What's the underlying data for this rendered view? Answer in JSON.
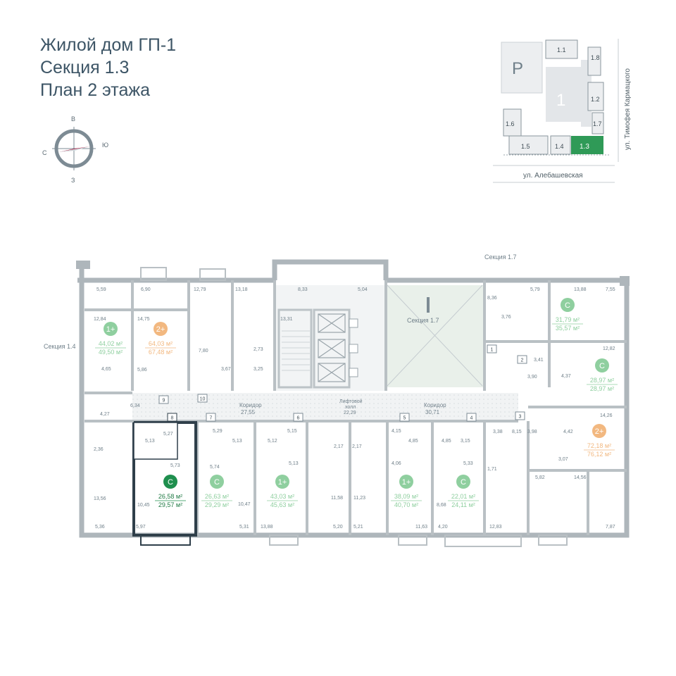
{
  "header": {
    "line1": "Жилой дом ГП-1",
    "line2": "Секция 1.3",
    "line3": "План 2 этажа"
  },
  "compass": {
    "north": "В",
    "east": "Ю",
    "south": "З",
    "west": "С",
    "needle_color": "#b0153e"
  },
  "site_plan": {
    "parking": "Р",
    "building_number": "1",
    "sections": [
      "1.1",
      "1.8",
      "1.2",
      "1.7",
      "1.6",
      "1.5",
      "1.4",
      "1.3"
    ],
    "street_bottom": "ул. Алебашевская",
    "street_right": "ул. Тимофея Кармацкого",
    "highlight_color": "#2f9a57"
  },
  "plan": {
    "section_labels": {
      "left": "Секция 1.4",
      "top": "Секция 1.7",
      "center": "Секция 1.7"
    },
    "corridor_left": {
      "name": "Коридор",
      "area": "27,55"
    },
    "corridor_right": {
      "name": "Коридор",
      "area": "30,71"
    },
    "lift_hall": {
      "name1": "Лифтовой",
      "name2": "холл",
      "area": "22,29"
    },
    "door_numbers": [
      "1",
      "2",
      "3",
      "4",
      "5",
      "6",
      "7",
      "8",
      "9",
      "10"
    ],
    "apartments": [
      {
        "type": "1+",
        "area": "44,02 м²",
        "total": "49,50 м²",
        "color": "#8fcf9f"
      },
      {
        "type": "2+",
        "area": "64,03 м²",
        "total": "67,48 м²",
        "color": "#f2b880"
      },
      {
        "type": "С",
        "area": "31,79 м²",
        "total": "35,57 м²",
        "color": "#8fcf9f"
      },
      {
        "type": "С",
        "area": "28,97 м²",
        "total": "28,97 м²",
        "color": "#8fcf9f"
      },
      {
        "type": "2+",
        "area": "72,18 м²",
        "total": "76,12 м²",
        "color": "#f2b880"
      },
      {
        "type": "С",
        "area": "26,58 м²",
        "total": "29,57 м²",
        "color": "#1f8f4e"
      },
      {
        "type": "С",
        "area": "26,63 м²",
        "total": "29,29 м²",
        "color": "#8fcf9f"
      },
      {
        "type": "1+",
        "area": "43,03 м²",
        "total": "45,63 м²",
        "color": "#8fcf9f"
      },
      {
        "type": "1+",
        "area": "38,09 м²",
        "total": "40,70 м²",
        "color": "#8fcf9f"
      },
      {
        "type": "С",
        "area": "22,01 м²",
        "total": "24,11 м²",
        "color": "#8fcf9f"
      }
    ],
    "room_labels": [
      "5,59",
      "6,90",
      "12,79",
      "13,18",
      "8,33",
      "5,04",
      "5,79",
      "13,88",
      "7,55",
      "12,84",
      "14,75",
      "13,31",
      "8,36",
      "3,76",
      "7,80",
      "2,73",
      "3,67",
      "3,25",
      "4,65",
      "5,86",
      "12,82",
      "3,41",
      "3,90",
      "4,37",
      "6,34",
      "4,27",
      "2,36",
      "14,26",
      "3,98",
      "4,42",
      "3,07",
      "5,27",
      "5,13",
      "5,73",
      "5,29",
      "5,13",
      "5,12",
      "5,15",
      "4,15",
      "4,85",
      "4,85",
      "3,15",
      "3,38",
      "8,15",
      "2,17",
      "2,17",
      "5,74",
      "5,13",
      "4,06",
      "5,33",
      "1,71",
      "10,47",
      "11,58",
      "11,23",
      "8,68",
      "5,82",
      "14,56",
      "13,56",
      "10,45",
      "5,36",
      "5,97",
      "5,31",
      "13,88",
      "5,20",
      "5,21",
      "11,63",
      "4,20",
      "12,83",
      "7,87"
    ]
  }
}
